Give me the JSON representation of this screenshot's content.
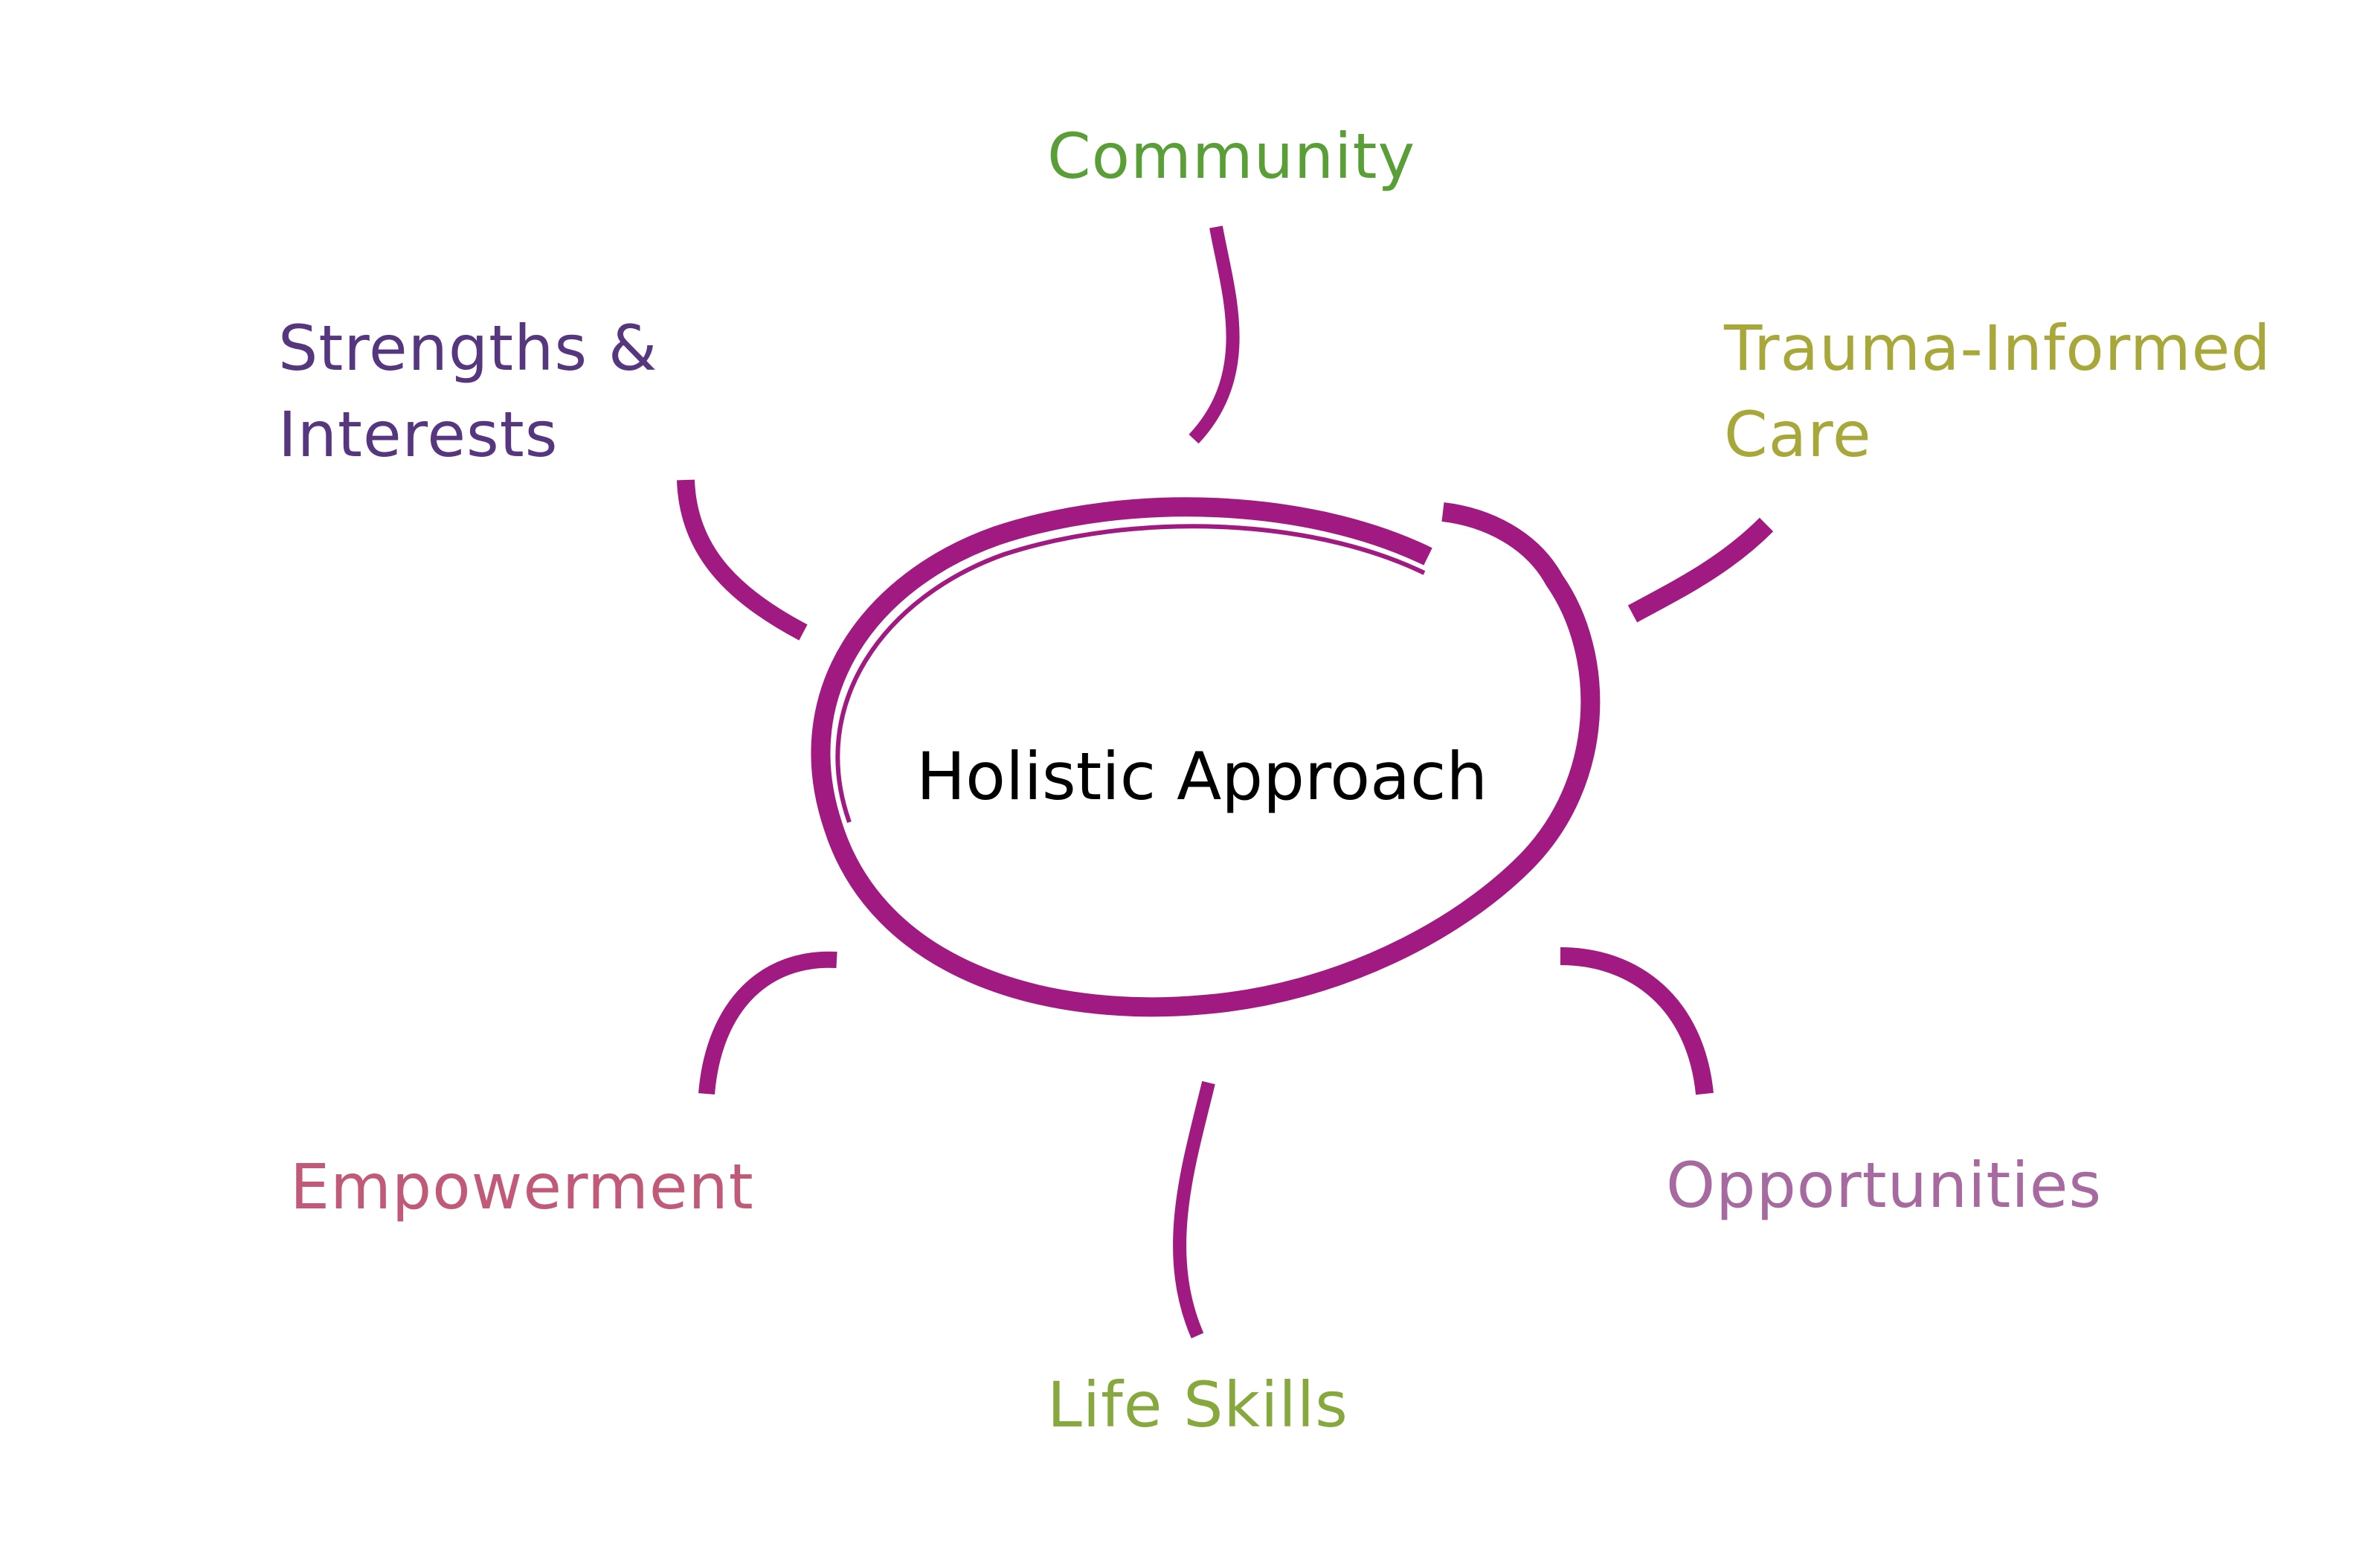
{
  "center": {
    "label": "Holistic Approach",
    "text_color": "#000000"
  },
  "stroke_color": "#a01a82",
  "nodes": [
    {
      "id": "community",
      "label": "Community",
      "color": "#5a9e37"
    },
    {
      "id": "trauma",
      "label_lines": [
        "Trauma-Informed",
        "Care"
      ],
      "color": "#a8a83a"
    },
    {
      "id": "opportunities",
      "label": "Opportunities",
      "color": "#a66aa0"
    },
    {
      "id": "life-skills",
      "label": "Life Skills",
      "color": "#86a83c"
    },
    {
      "id": "empowerment",
      "label": "Empowerment",
      "color": "#c05a78"
    },
    {
      "id": "strengths",
      "label_lines": [
        "Strengths &",
        "Interests"
      ],
      "color": "#56367e"
    }
  ]
}
